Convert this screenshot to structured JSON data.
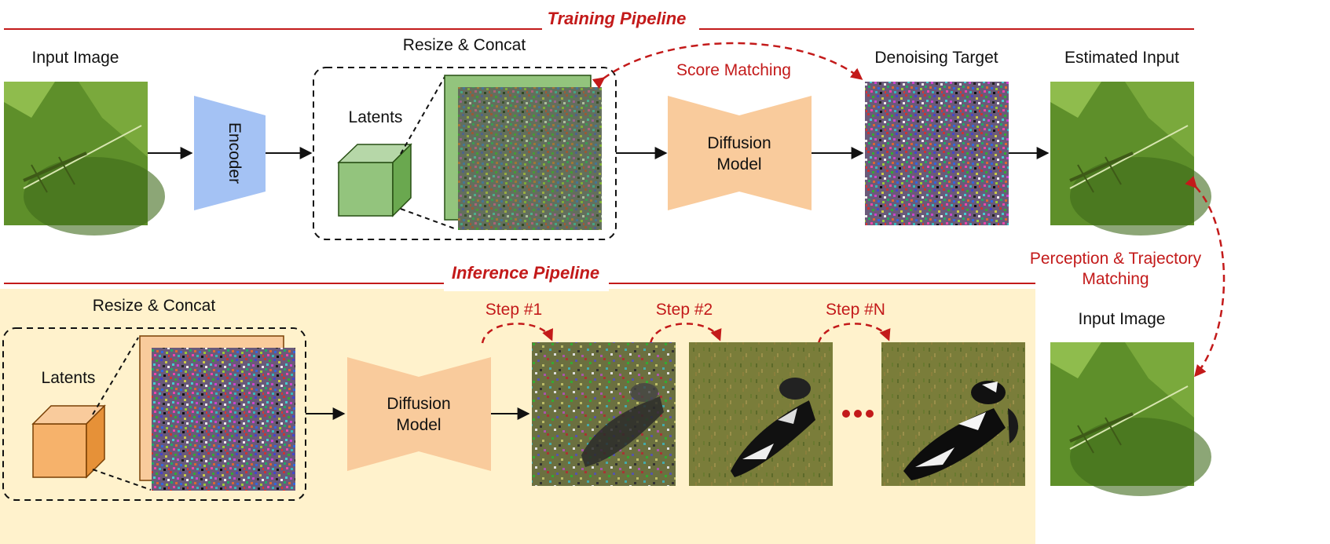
{
  "colors": {
    "accent_red": "#c31a1a",
    "encoder_blue": "#a4c2f4",
    "latent_green": "#93c47d",
    "latent_orange": "#f6b26b",
    "diffusion_peach": "#f9cb9c",
    "inference_bg": "#fff2cc"
  },
  "training": {
    "title": "Training Pipeline",
    "input_image_label": "Input Image",
    "encoder_label": "Encoder",
    "resize_concat_label": "Resize & Concat",
    "latents_label": "Latents",
    "score_matching_label": "Score Matching",
    "diffusion_label_line1": "Diffusion",
    "diffusion_label_line2": "Model",
    "denoising_target_label": "Denoising Target",
    "estimated_input_label": "Estimated Input"
  },
  "perception": {
    "label_line1": "Perception & Trajectory",
    "label_line2": "Matching",
    "input_image_label": "Input Image"
  },
  "inference": {
    "title": "Inference Pipeline",
    "resize_concat_label": "Resize & Concat",
    "latents_label": "Latents",
    "diffusion_label_line1": "Diffusion",
    "diffusion_label_line2": "Model",
    "steps": [
      "Step #1",
      "Step #2",
      "Step #N"
    ]
  },
  "icons": {
    "input_image": "grasshopper-on-leaf-photo",
    "estimated_input": "grasshopper-on-leaf-photo",
    "noise_image": "random-noise-image",
    "bird_images": "magpie-on-grass-photo"
  }
}
